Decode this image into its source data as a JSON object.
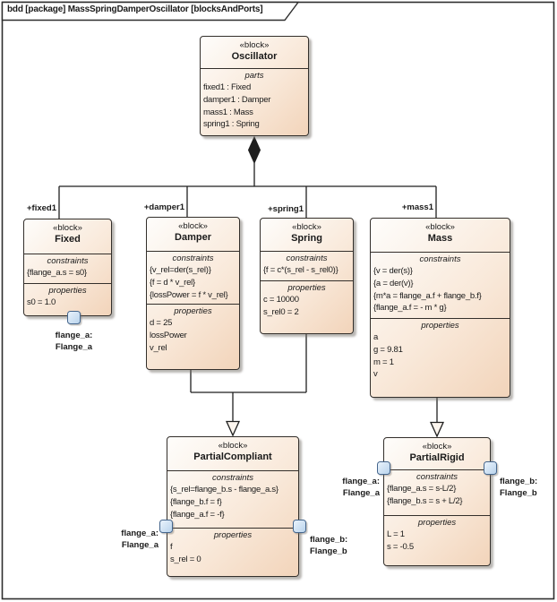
{
  "title": "bdd [package] MassSpringDamperOscillator [blocksAndPorts]",
  "labels": {
    "stereotype": "«block»",
    "parts": "parts",
    "constraints": "constraints",
    "properties": "properties"
  },
  "blocks": {
    "oscillator": {
      "name": "Oscillator",
      "parts": [
        "fixed1 : Fixed",
        "damper1 : Damper",
        "mass1 : Mass",
        "spring1 : Spring"
      ]
    },
    "fixed": {
      "role": "+fixed1",
      "name": "Fixed",
      "constraints": [
        "{flange_a.s = s0}"
      ],
      "properties": [
        "s0 = 1.0"
      ],
      "port": {
        "name": "flange_a:",
        "type": "Flange_a"
      }
    },
    "damper": {
      "role": "+damper1",
      "name": "Damper",
      "constraints": [
        "{v_rel=der(s_rel)}",
        "{f = d * v_rel}",
        "{lossPower = f * v_rel}"
      ],
      "properties": [
        "d = 25",
        "lossPower",
        "v_rel"
      ]
    },
    "spring": {
      "role": "+spring1",
      "name": "Spring",
      "constraints": [
        "{f = c*(s_rel - s_rel0)}"
      ],
      "properties": [
        "c = 10000",
        "s_rel0 = 2"
      ]
    },
    "mass": {
      "role": "+mass1",
      "name": "Mass",
      "constraints": [
        "{v = der(s)}",
        "{a = der(v)}",
        "{m*a = flange_a.f + flange_b.f}",
        "{flange_a.f = - m * g}"
      ],
      "properties": [
        "a",
        "g = 9.81",
        "m = 1",
        "v"
      ]
    },
    "partialCompliant": {
      "name": "PartialCompliant",
      "constraints": [
        "{s_rel=flange_b.s - flange_a.s}",
        "{flange_b.f = f}",
        "{flange_a.f = -f}"
      ],
      "properties": [
        "f",
        "s_rel = 0"
      ],
      "port_a": {
        "name": "flange_a:",
        "type": "Flange_a"
      },
      "port_b": {
        "name": "flange_b:",
        "type": "Flange_b"
      }
    },
    "partialRigid": {
      "name": "PartialRigid",
      "constraints": [
        "{flange_a.s = s-L/2}",
        "{flange_b.s = s + L/2}"
      ],
      "properties": [
        "L = 1",
        "s = -0.5"
      ],
      "port_a": {
        "name": "flange_a:",
        "type": "Flange_a"
      },
      "port_b": {
        "name": "flange_b:",
        "type": "Flange_b"
      }
    }
  },
  "relationships": {
    "composition_parent": "Oscillator",
    "composition_children": [
      "Fixed",
      "Damper",
      "Spring",
      "Mass"
    ],
    "generalization_partialCompliant_specifics": [
      "Damper",
      "Spring"
    ],
    "generalization_partialRigid_specifics": [
      "Mass"
    ]
  },
  "colors": {
    "block_fill_light": "#fefdfb",
    "block_fill_dark": "#f2d4ba",
    "block_border": "#332f2b",
    "port_fill_light": "#eaf3fc",
    "port_fill_dark": "#b9d3ec",
    "port_border": "#44658c",
    "connector": "#1f1f1f"
  }
}
